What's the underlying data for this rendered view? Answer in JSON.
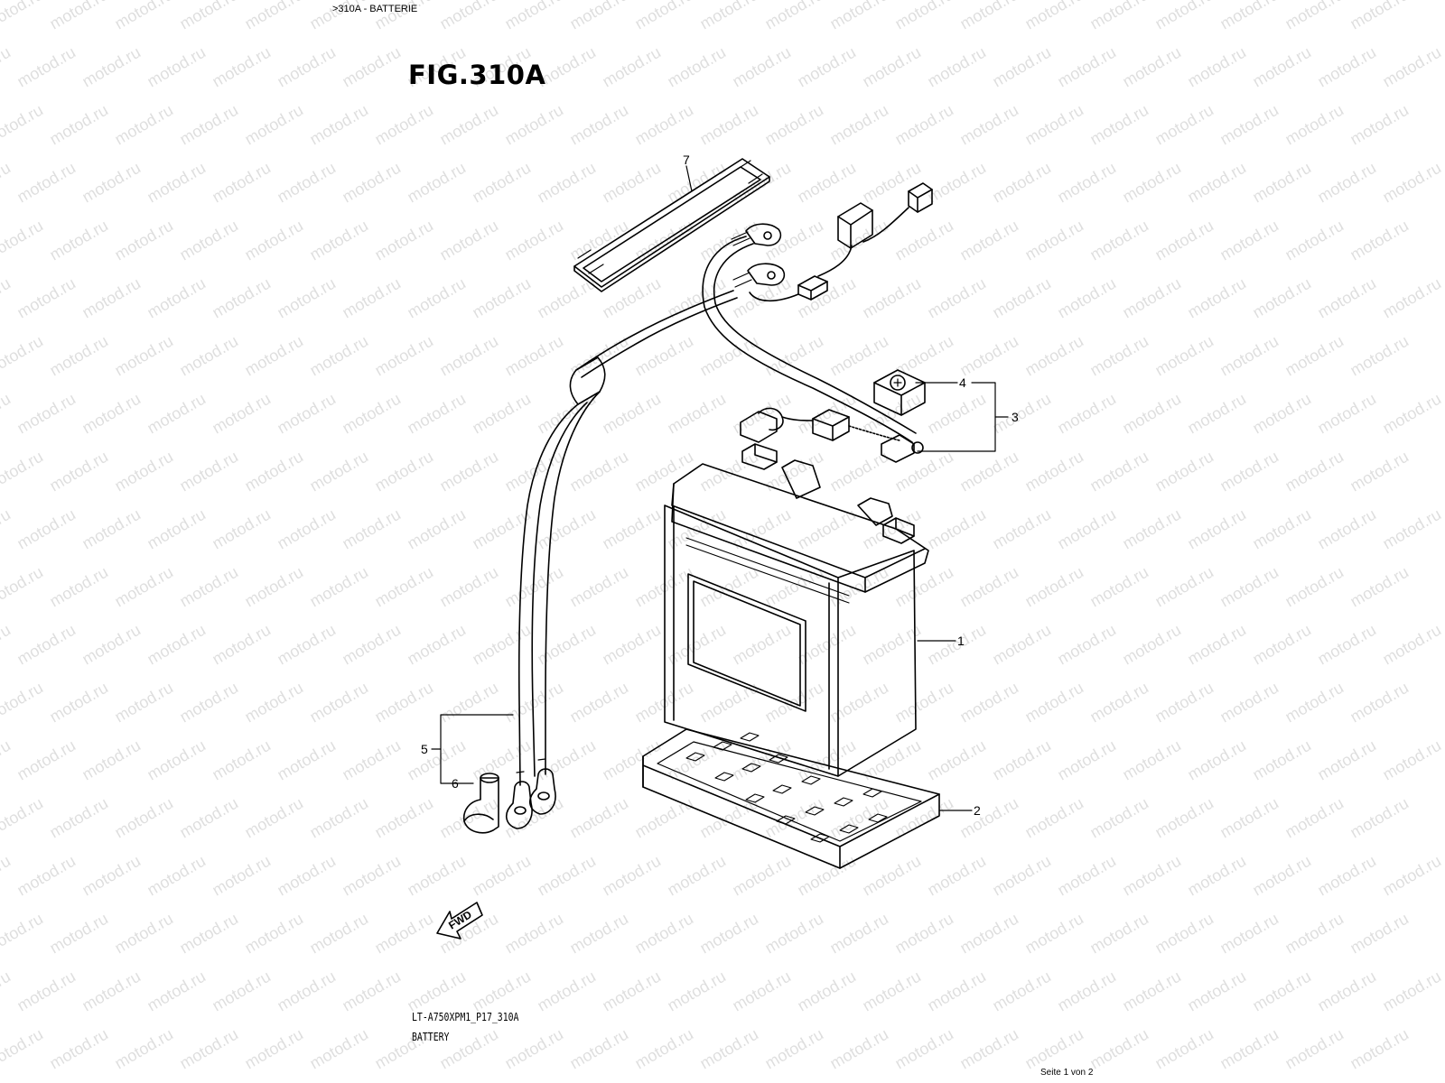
{
  "breadcrumb": ">310A - BATTERIE",
  "figure_title": "FIG.310A",
  "parts": [
    {
      "ref": "1"
    },
    {
      "ref": "2"
    },
    {
      "ref": "3"
    },
    {
      "ref": "4"
    },
    {
      "ref": "5"
    },
    {
      "ref": "6"
    },
    {
      "ref": "7"
    }
  ],
  "fwd_label": "FWD",
  "footer": {
    "model_code": "LT-A750XPM1_P17_310A",
    "section_name": "BATTERY"
  },
  "page_indicator": "Seite 1 von 2",
  "watermark": "motod.ru"
}
